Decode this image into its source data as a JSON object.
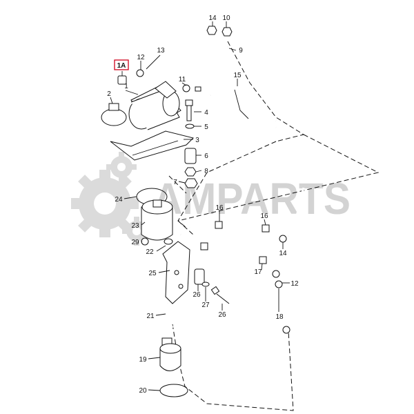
{
  "watermark": {
    "text": "AMPARTS",
    "color": "#c4c4c4"
  },
  "highlight": {
    "label": "1A",
    "color": "#d0021b"
  },
  "callouts": [
    {
      "id": "c14a",
      "text": "14"
    },
    {
      "id": "c10",
      "text": "10"
    },
    {
      "id": "c9",
      "text": "9"
    },
    {
      "id": "c13",
      "text": "13"
    },
    {
      "id": "c12a",
      "text": "12"
    },
    {
      "id": "c15",
      "text": "15"
    },
    {
      "id": "c1",
      "text": "1"
    },
    {
      "id": "c11",
      "text": "11"
    },
    {
      "id": "c2",
      "text": "2"
    },
    {
      "id": "c4",
      "text": "4"
    },
    {
      "id": "c5",
      "text": "5"
    },
    {
      "id": "c3",
      "text": "3"
    },
    {
      "id": "c6",
      "text": "6"
    },
    {
      "id": "c8",
      "text": "8"
    },
    {
      "id": "c7",
      "text": "7"
    },
    {
      "id": "c24",
      "text": "24"
    },
    {
      "id": "c16a",
      "text": "16"
    },
    {
      "id": "c16b",
      "text": "16"
    },
    {
      "id": "c23",
      "text": "23"
    },
    {
      "id": "c14b",
      "text": "14"
    },
    {
      "id": "c29",
      "text": "29"
    },
    {
      "id": "c22",
      "text": "22"
    },
    {
      "id": "c17",
      "text": "17"
    },
    {
      "id": "c12b",
      "text": "12"
    },
    {
      "id": "c25",
      "text": "25"
    },
    {
      "id": "c26a",
      "text": "26"
    },
    {
      "id": "c27",
      "text": "27"
    },
    {
      "id": "c26b",
      "text": "26"
    },
    {
      "id": "c18",
      "text": "18"
    },
    {
      "id": "c21",
      "text": "21"
    },
    {
      "id": "c19",
      "text": "19"
    },
    {
      "id": "c20",
      "text": "20"
    }
  ]
}
